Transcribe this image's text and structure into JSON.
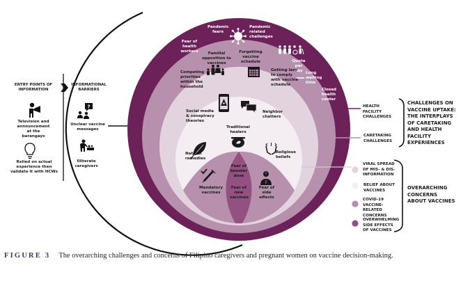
{
  "colors": {
    "ring_outer": "#6d2159",
    "ring_second": "#b790ad",
    "ring_third": "#e3d3de",
    "ring_inner": "#f4eef2",
    "lens_side": "#b790ad",
    "lens_center": "#925180",
    "caption_label": "#2c3e73"
  },
  "left_panel": {
    "entry_header": "ENTRY POINTS OF INFORMATION",
    "barriers_header": "INFORMATIONAL BARRIERS",
    "entry_items": [
      {
        "icon": "megaphone-person-icon",
        "label": "Television and announcement at the barangays"
      },
      {
        "icon": "lightbulb-icon",
        "label": "Relied on actual experience then validate it with HCWs"
      }
    ],
    "barrier_items": [
      {
        "icon": "question-people-icon",
        "label": "Unclear vaccine messages"
      },
      {
        "icon": "caregiver-baby-icon",
        "label": "Illiterate caregivers"
      }
    ]
  },
  "rings": {
    "health_facility": {
      "items": [
        "Pandemic fears",
        "Pandemic related challenges",
        "Fear of health workers",
        "Quota per day",
        "Long waiting time",
        "Closed health center"
      ]
    },
    "caretaking": {
      "items": [
        "Familial opposition to vaccines",
        "Forgetting vaccine schedule",
        "Competing priorities within the household",
        "Getting lazy to comply with vaccine schedule"
      ]
    },
    "misinformation": {
      "items": [
        "Social media & conspiracy theories",
        "Neighbor chatters"
      ]
    },
    "belief": {
      "items": [
        "Traditional healers",
        "Natural remedies",
        "Religious beliefs"
      ]
    },
    "covid": {
      "items": [
        "Mandatory vaccines",
        "Fear of booster dose",
        "Fear of new vaccines",
        "Fear of side effects"
      ]
    }
  },
  "right_panel": {
    "health_facility_label": "HEALTH FACILITY CHALLENGES",
    "caretaking_label": "CARETAKING CHALLENGES",
    "challenges_title": "CHALLENGES ON VACCINE UPTAKE: THE INTERPLAYS OF CARETAKING AND HEALTH FACILITY EXPERIENCES",
    "legend": [
      {
        "label": "VIRAL SPREAD OF MIS- & DIS-INFORMATION",
        "color": "#e3d3de"
      },
      {
        "label": "BELIEF ABOUT VACCINES",
        "color": "#f4eef2"
      },
      {
        "label": "COVID-19 VACCINE-RELATED CONCERNS",
        "color": "#b790ad"
      },
      {
        "label": "OVERWHELMING SIDE EFFECTS OF VACCINES",
        "color": "#925180"
      }
    ],
    "concerns_title": "OVERARCHING CONCERNS ABOUT VACCINES"
  },
  "caption": {
    "label": "FIGURE 3",
    "text": "The overarching challenges and concerns of Filipino caregivers and pregnant women on vaccine decision-making."
  }
}
